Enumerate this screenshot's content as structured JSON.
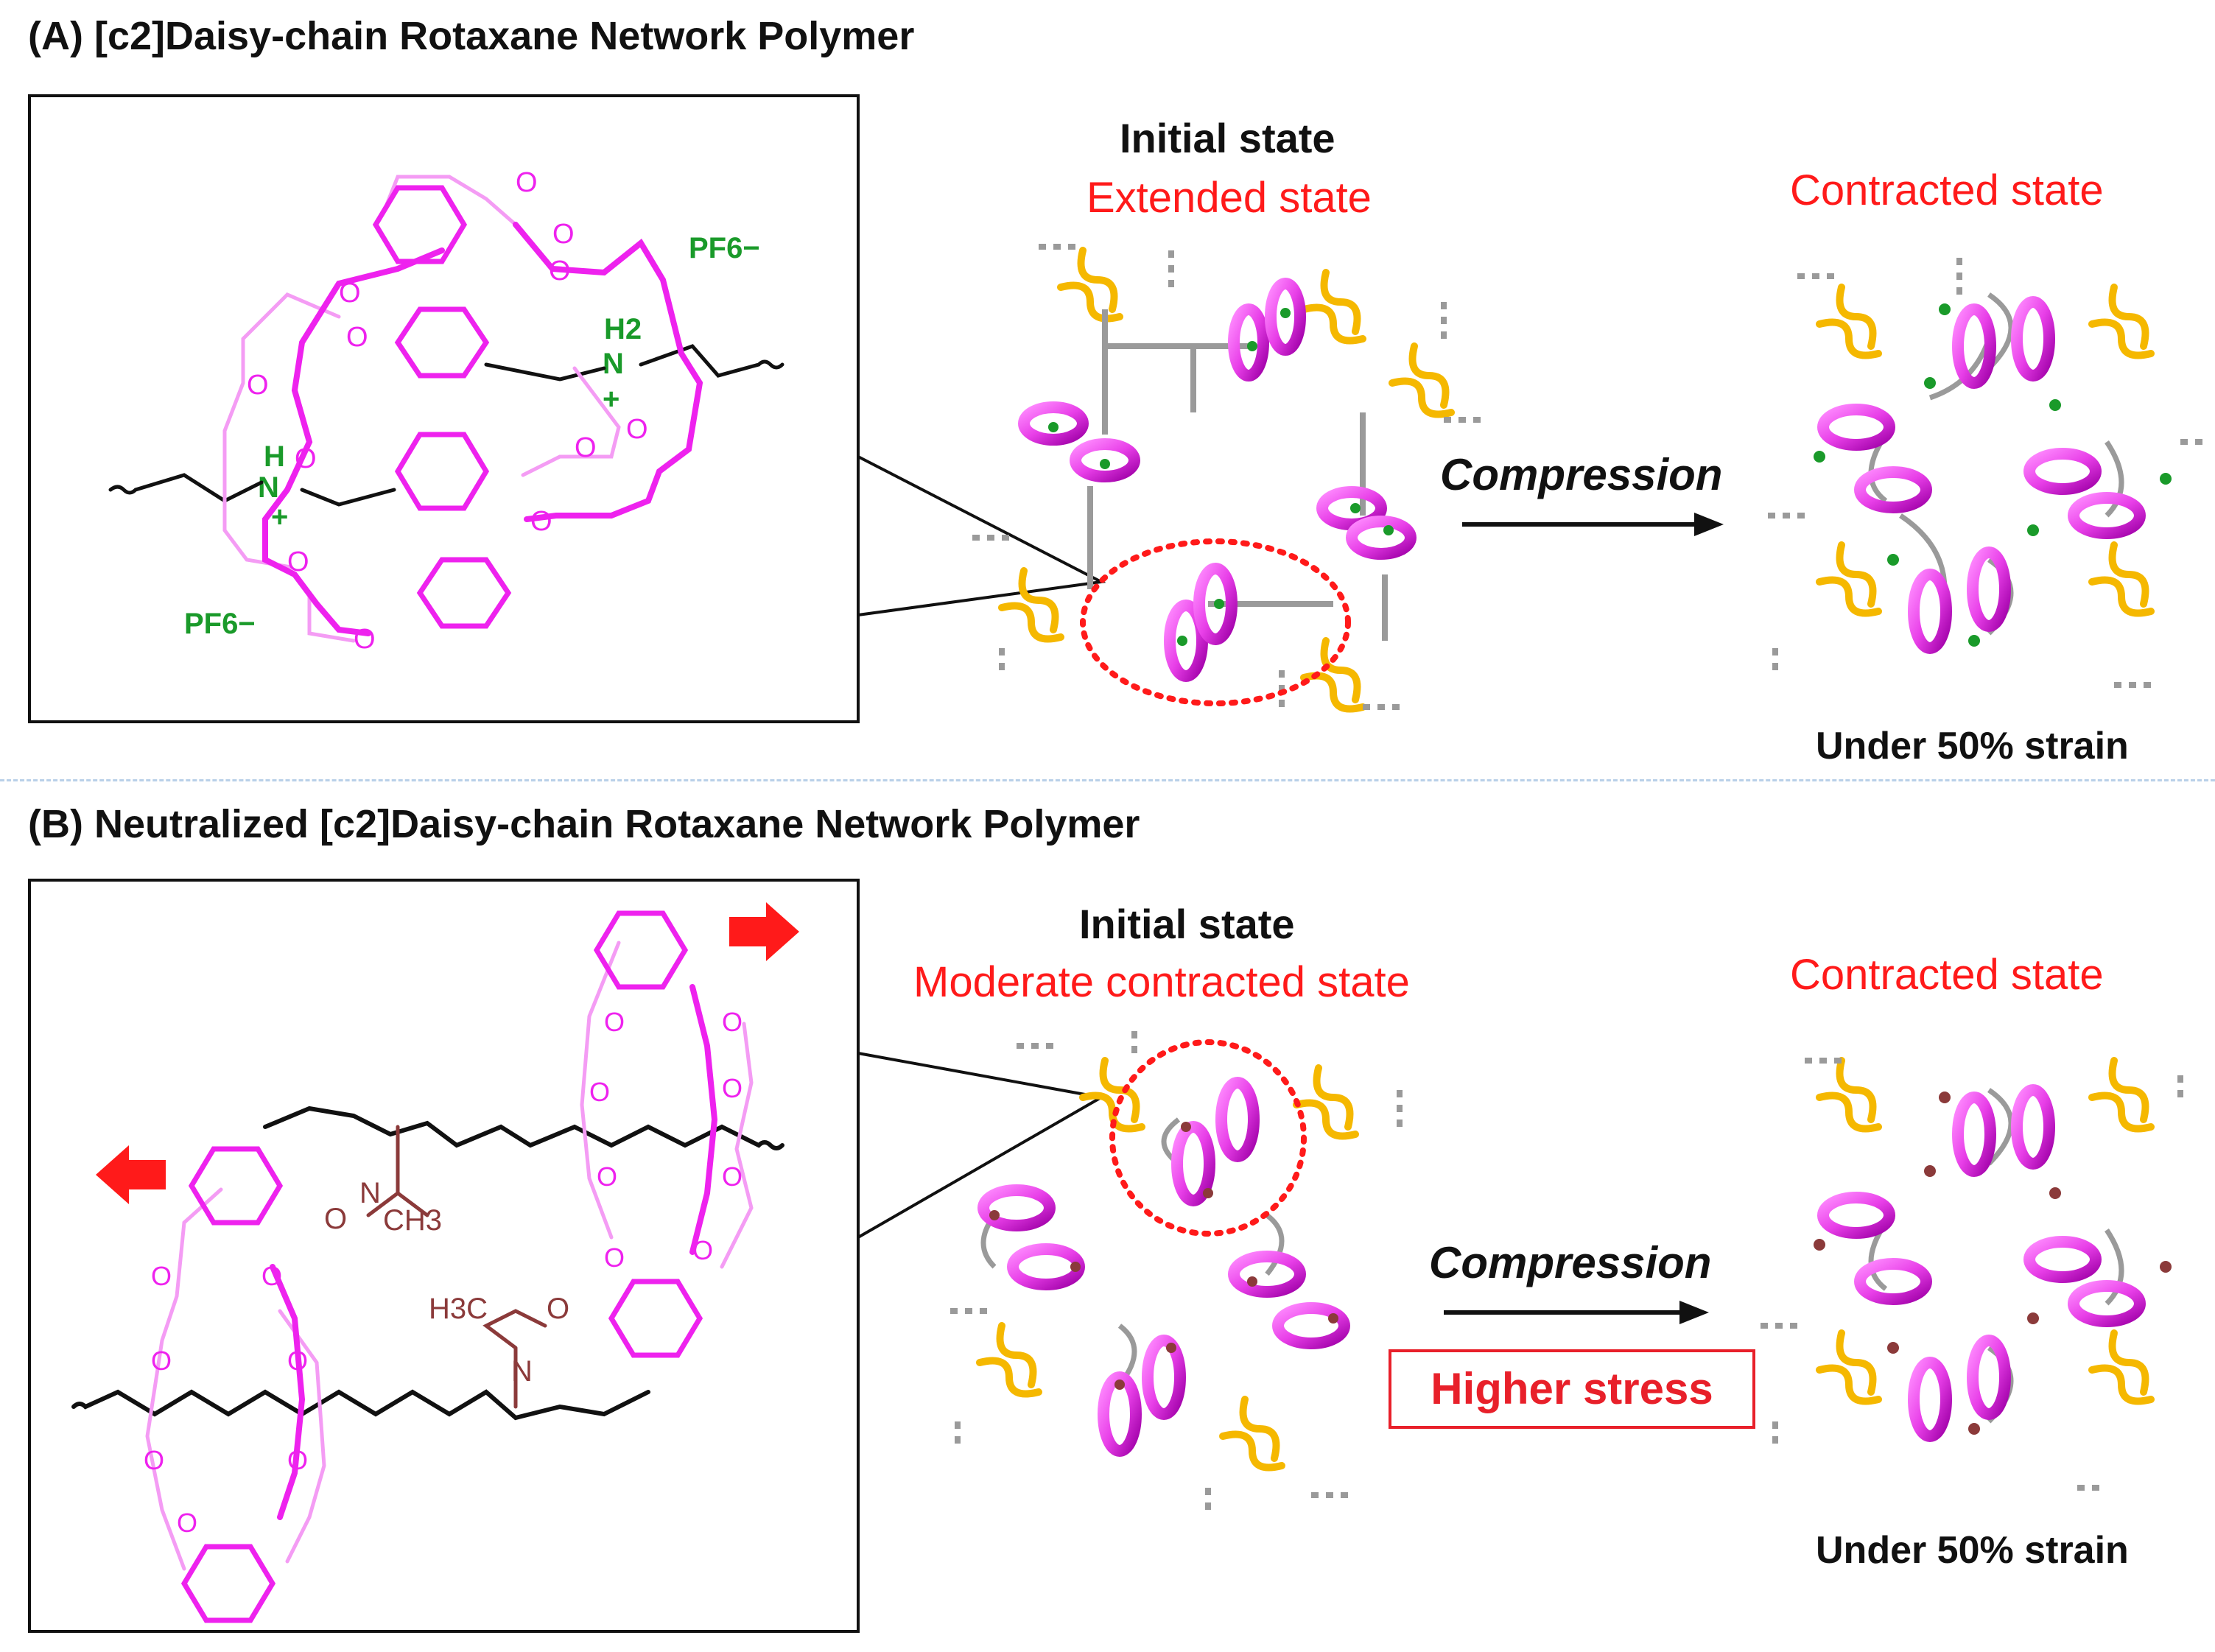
{
  "panel_a": {
    "title": "(A) [c2]Daisy-chain Rotaxane Network Polymer",
    "initial_label": "Initial state",
    "initial_sub": "Extended state",
    "final_label": "Contracted state",
    "arrow_label": "Compression",
    "strain_label": "Under 50% strain",
    "chem": {
      "pf6_top": "PF6−",
      "pf6_bottom": "PF6−",
      "nh2": "H2",
      "n_top": "N",
      "n_left": "N",
      "h_left": "H",
      "plus": "+"
    }
  },
  "panel_b": {
    "title": "(B) Neutralized [c2]Daisy-chain Rotaxane Network Polymer",
    "initial_label": "Initial state",
    "initial_sub": "Moderate contracted state",
    "final_label": "Contracted state",
    "arrow_label": "Compression",
    "stress_label": "Higher stress",
    "strain_label": "Under 50% strain",
    "chem": {
      "ch3": "CH3",
      "h3c": "H3C",
      "o": "O",
      "n": "N"
    }
  },
  "colors": {
    "ring": "#e83fe8",
    "yellow": "#f5b800",
    "grey": "#9a9a9a",
    "red": "#ff1a1a",
    "green": "#1a9a2a",
    "brown": "#8b3a3a"
  },
  "icons": [
    "arrow-right-icon",
    "arrow-left-icon",
    "ring-icon"
  ]
}
